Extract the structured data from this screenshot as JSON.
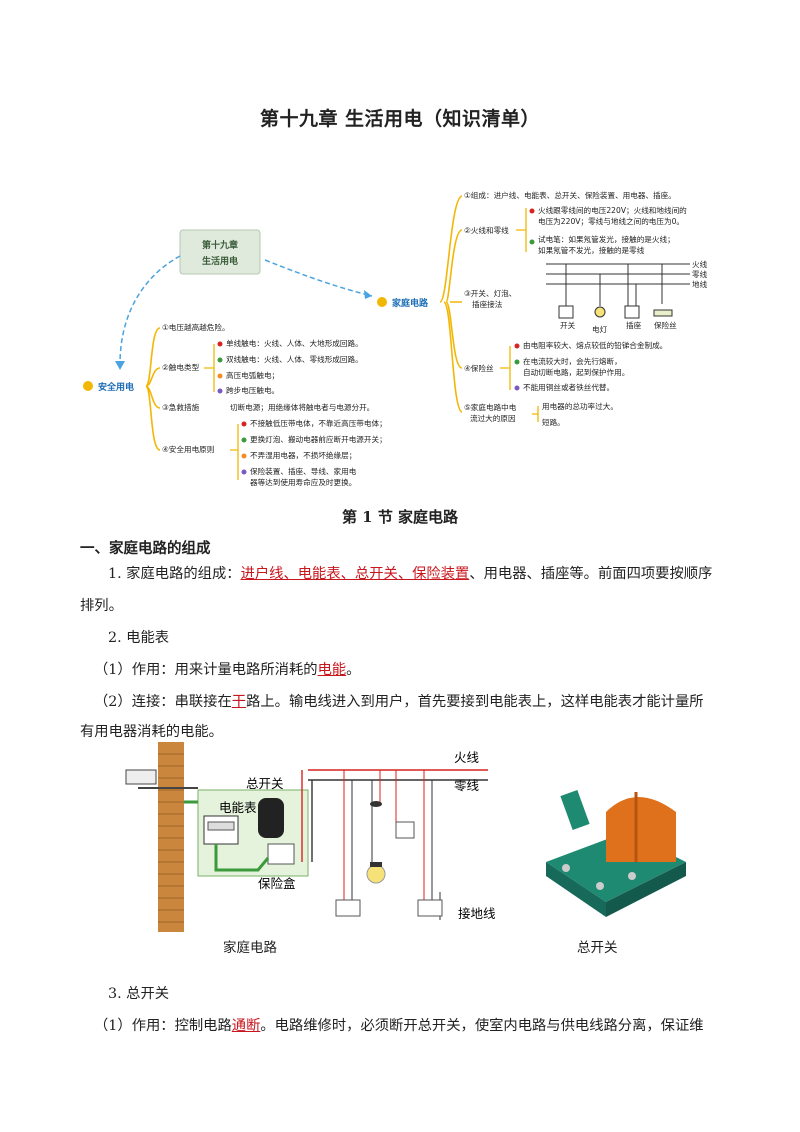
{
  "title": "第十九章  生活用电（知识清单）",
  "mindmap": {
    "root": [
      "第十九章",
      "生活用电"
    ],
    "household": {
      "label": "家庭电路",
      "items": [
        {
          "head": "①组成：进户线、电能表、总开关、保险装置、用电器、插座。",
          "sub": []
        },
        {
          "head": "②火线和零线",
          "sub": [
            "火线跟零线间的电压220V；火线和地线间的",
            "电压为220V；零线与地线之间的电压为0。",
            "试电笔：如果氖管发光，接触的是火线；",
            "如果氖管不发光，接触的是零线"
          ]
        },
        {
          "head": "③开关、灯泡、",
          "head2": "插座接法",
          "sub": []
        },
        {
          "head": "④保险丝",
          "sub": [
            "由电阻率较大、熔点较低的铅锑合金制成。",
            "在电流较大时，会先行熔断，",
            "自动切断电路，起到保护作用。",
            "不能用铜丝或者铁丝代替。"
          ]
        },
        {
          "head": "⑤家庭电路中电",
          "head2": "流过大的原因",
          "sub": [
            "用电器的总功率过大。",
            "短路。"
          ]
        }
      ],
      "wiring_labels": {
        "live": "火线",
        "neutral": "零线",
        "ground": "地线",
        "switch": "开关",
        "lamp": "电灯",
        "socket": "插座",
        "fuse": "保险丝"
      }
    },
    "safety": {
      "label": "安全用电",
      "items": [
        {
          "head": "①电压越高越危险。",
          "sub": []
        },
        {
          "head": "②触电类型",
          "sub": [
            "单线触电：火线、人体、大地形成回路。",
            "双线触电：火线、人体、零线形成回路。",
            "高压电弧触电；",
            "跨步电压触电。"
          ]
        },
        {
          "head": "③急救措施",
          "sub": [
            "切断电源；用绝缘体将触电者与电源分开。"
          ]
        },
        {
          "head": "④安全用电原则",
          "sub": [
            "不接触低压带电体，不靠近高压带电体；",
            "更换灯泡、搬动电器前应断开电源开关；",
            "不弄湿用电器，不损坏绝缘层；",
            "保险装置、插座、导线、家用电",
            "器等达到使用寿命应及时更换。"
          ]
        }
      ]
    }
  },
  "section": "第 1 节  家庭电路",
  "heading1": "一、家庭电路的组成",
  "p1": {
    "prefix": "1. 家庭电路的组成：",
    "highlight": "进户线、电能表、总开关、保险装置",
    "suffix": "、用电器、插座等。前面四项要按顺序",
    "line2": "排列。"
  },
  "p2": "2. 电能表",
  "p3": {
    "prefix": "（1）作用：用来计量电路所消耗的",
    "highlight": "电能",
    "suffix": "。"
  },
  "p4": {
    "prefix": "（2）连接：串联接在",
    "highlight": "干",
    "suffix": "路上。输电线进入到用户，首先要接到电能表上，这样电能表才能计量所",
    "line2": "有用电器消耗的电能。"
  },
  "figure1": {
    "caption": "家庭电路",
    "labels": {
      "live": "火线",
      "neutral": "零线",
      "meter": "电能表",
      "main_switch": "总开关",
      "fuse_box": "保险盒",
      "ground": "接地线"
    }
  },
  "figure2": {
    "caption": "总开关"
  },
  "p5": "3. 总开关",
  "p6": {
    "prefix": "（1）作用：控制电路",
    "highlight": "通断",
    "suffix": "。电路维修时，必须断开总开关，使室内电路与供电线路分离，保证维"
  },
  "colors": {
    "accent_red": "#c8161d",
    "mindmap_yellow": "#f2b705",
    "mindmap_blue": "#4aa3df",
    "wire_red": "#d9231f",
    "wire_green": "#3a9a3c"
  }
}
